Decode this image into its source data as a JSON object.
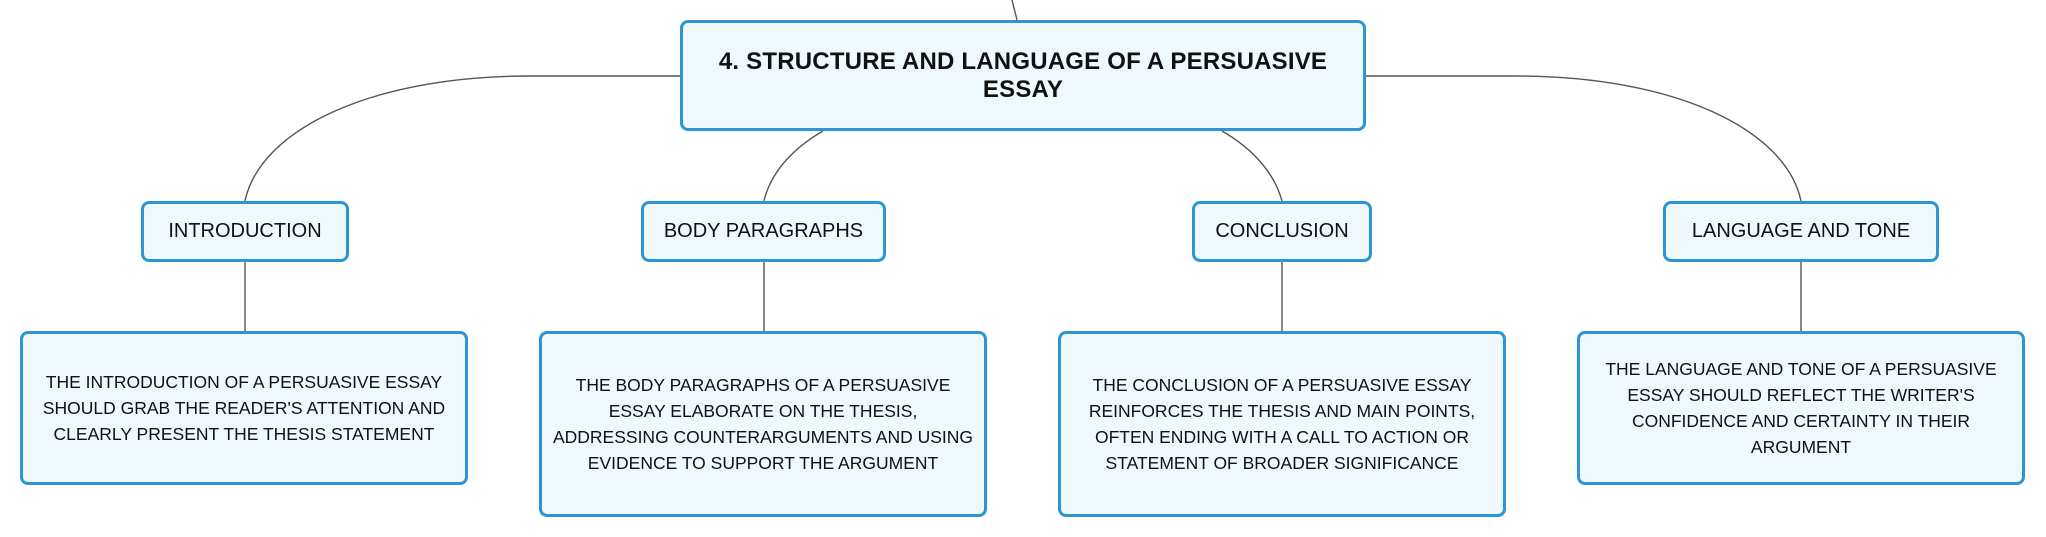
{
  "root": {
    "label": "4. STRUCTURE AND LANGUAGE OF A PERSUASIVE ESSAY"
  },
  "branches": [
    {
      "label": "INTRODUCTION",
      "detail": "THE INTRODUCTION OF A PERSUASIVE ESSAY SHOULD GRAB THE READER'S ATTENTION AND CLEARLY PRESENT THE THESIS STATEMENT"
    },
    {
      "label": "BODY PARAGRAPHS",
      "detail": "THE BODY PARAGRAPHS OF A PERSUASIVE ESSAY ELABORATE ON THE THESIS, ADDRESSING COUNTERARGUMENTS AND USING EVIDENCE TO SUPPORT THE ARGUMENT"
    },
    {
      "label": "CONCLUSION",
      "detail": "THE CONCLUSION OF A PERSUASIVE ESSAY REINFORCES THE THESIS AND MAIN POINTS, OFTEN ENDING WITH A CALL TO ACTION OR STATEMENT OF BROADER SIGNIFICANCE"
    },
    {
      "label": "LANGUAGE AND TONE",
      "detail": "THE LANGUAGE AND TONE OF A PERSUASIVE ESSAY SHOULD REFLECT THE WRITER'S CONFIDENCE AND CERTAINTY IN THEIR ARGUMENT"
    }
  ],
  "colors": {
    "node_border": "#2b96d4",
    "node_fill": "#eff8fd",
    "connector": "#555555",
    "text": "#111111"
  }
}
